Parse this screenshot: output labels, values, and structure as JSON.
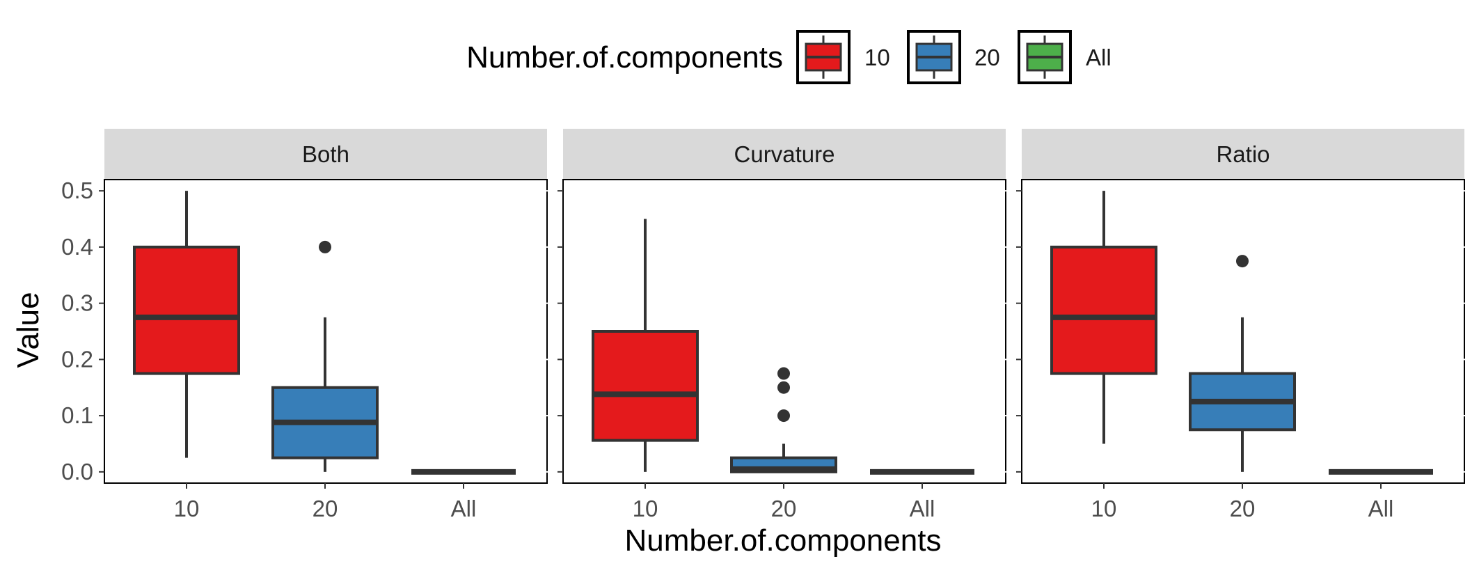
{
  "chart_data": {
    "type": "boxplot",
    "facets": [
      "Both",
      "Curvature",
      "Ratio"
    ],
    "categories": [
      "10",
      "20",
      "All"
    ],
    "xlabel": "Number.of.components",
    "ylabel": "Value",
    "ylim": [
      -0.02,
      0.52
    ],
    "yticks": [
      "0.0",
      "0.1",
      "0.2",
      "0.3",
      "0.4",
      "0.5"
    ],
    "grid": false,
    "legend": {
      "title": "Number.of.components",
      "position": "top",
      "entries": [
        {
          "label": "10",
          "color": "#E41A1C"
        },
        {
          "label": "20",
          "color": "#377EB8"
        },
        {
          "label": "All",
          "color": "#4DAF4A"
        }
      ]
    },
    "panels": [
      {
        "facet": "Both",
        "boxes": [
          {
            "category": "10",
            "color": "#E41A1C",
            "min": 0.025,
            "q1": 0.175,
            "median": 0.275,
            "q3": 0.4,
            "max": 0.5,
            "outliers": []
          },
          {
            "category": "20",
            "color": "#377EB8",
            "min": 0.0,
            "q1": 0.025,
            "median": 0.088,
            "q3": 0.15,
            "max": 0.275,
            "outliers": [
              0.4
            ]
          },
          {
            "category": "All",
            "color": "#4DAF4A",
            "min": 0.0,
            "q1": 0.0,
            "median": 0.0,
            "q3": 0.0,
            "max": 0.0,
            "outliers": []
          }
        ]
      },
      {
        "facet": "Curvature",
        "boxes": [
          {
            "category": "10",
            "color": "#E41A1C",
            "min": 0.0,
            "q1": 0.056,
            "median": 0.138,
            "q3": 0.25,
            "max": 0.45,
            "outliers": []
          },
          {
            "category": "20",
            "color": "#377EB8",
            "min": 0.0,
            "q1": 0.0,
            "median": 0.005,
            "q3": 0.025,
            "max": 0.05,
            "outliers": [
              0.1,
              0.15,
              0.175
            ]
          },
          {
            "category": "All",
            "color": "#4DAF4A",
            "min": 0.0,
            "q1": 0.0,
            "median": 0.0,
            "q3": 0.0,
            "max": 0.0,
            "outliers": []
          }
        ]
      },
      {
        "facet": "Ratio",
        "boxes": [
          {
            "category": "10",
            "color": "#E41A1C",
            "min": 0.05,
            "q1": 0.175,
            "median": 0.275,
            "q3": 0.4,
            "max": 0.5,
            "outliers": []
          },
          {
            "category": "20",
            "color": "#377EB8",
            "min": 0.0,
            "q1": 0.075,
            "median": 0.125,
            "q3": 0.175,
            "max": 0.275,
            "outliers": [
              0.375
            ]
          },
          {
            "category": "All",
            "color": "#4DAF4A",
            "min": 0.0,
            "q1": 0.0,
            "median": 0.0,
            "q3": 0.0,
            "max": 0.0,
            "outliers": []
          }
        ]
      }
    ]
  }
}
